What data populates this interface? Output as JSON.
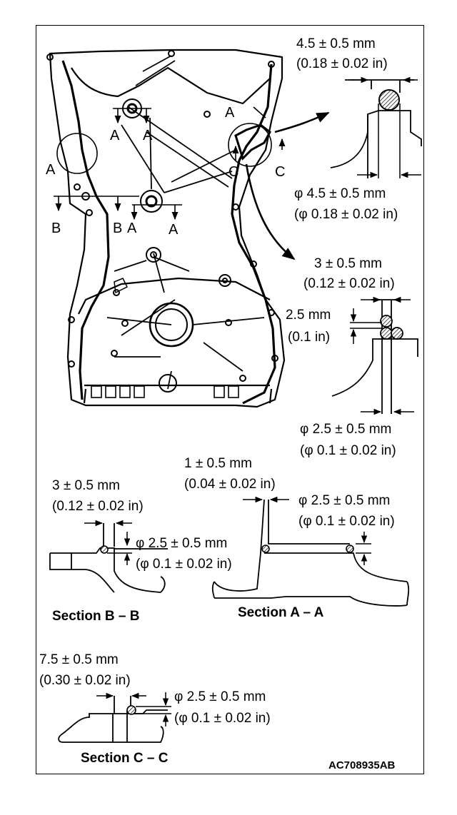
{
  "detail_a_top": {
    "dim": "4.5 ± 0.5 mm",
    "dim_in": "(0.18 ± 0.02 in)",
    "dia": "φ 4.5 ± 0.5 mm",
    "dia_in": "(φ 0.18 ± 0.02 in)"
  },
  "detail_a_right": {
    "dim": "3 ± 0.5 mm",
    "dim_in": "(0.12 ± 0.02 in)",
    "gap": "2.5 mm",
    "gap_in": "(0.1 in)",
    "dia": "φ 2.5 ± 0.5 mm",
    "dia_in": "(φ 0.1 ± 0.02 in)"
  },
  "section_aa": {
    "dim": "1 ± 0.5 mm",
    "dim_in": "(0.04 ± 0.02 in)",
    "dia": "φ 2.5 ± 0.5 mm",
    "dia_in": "(φ 0.1 ± 0.02 in)",
    "title": "Section A – A"
  },
  "section_bb": {
    "dim": "3 ± 0.5 mm",
    "dim_in": "(0.12 ± 0.02 in)",
    "dia": "φ 2.5 ± 0.5 mm",
    "dia_in": "(φ 0.1 ± 0.02 in)",
    "title": "Section B – B"
  },
  "section_cc": {
    "dim": "7.5 ± 0.5 mm",
    "dim_in": "(0.30 ± 0.02 in)",
    "dia": "φ 2.5 ± 0.5 mm",
    "dia_in": "(φ 0.1 ± 0.02 in)",
    "title": "Section C – C"
  },
  "markers": {
    "a": "A",
    "b": "B",
    "c": "C"
  },
  "figure_code": "AC708935AB"
}
